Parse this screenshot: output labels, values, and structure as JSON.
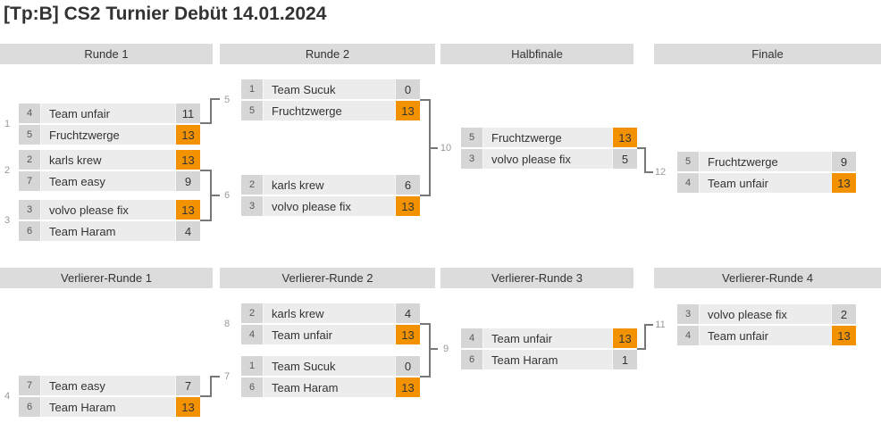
{
  "title": "[Tp:B] CS2 Turnier Debüt 14.01.2024",
  "colors": {
    "winner_bg": "#f39200",
    "header_bg": "#dcdcdc",
    "row_bg": "#ececec",
    "cell_bg": "#d6d6d6",
    "connector": "#777777"
  },
  "upper": {
    "headers": [
      "Runde 1",
      "Runde 2",
      "Halbfinale",
      "Finale"
    ]
  },
  "lower": {
    "headers": [
      "Verlierer-Runde 1",
      "Verlierer-Runde 2",
      "Verlierer-Runde 3",
      "Verlierer-Runde 4"
    ]
  },
  "matches": {
    "m1": {
      "id": "1",
      "slots": [
        {
          "seed": "4",
          "team": "Team unfair",
          "score": "11",
          "winner": false
        },
        {
          "seed": "5",
          "team": "Fruchtzwerge",
          "score": "13",
          "winner": true
        }
      ]
    },
    "m2": {
      "id": "2",
      "slots": [
        {
          "seed": "2",
          "team": "karls krew",
          "score": "13",
          "winner": true
        },
        {
          "seed": "7",
          "team": "Team easy",
          "score": "9",
          "winner": false
        }
      ]
    },
    "m3": {
      "id": "3",
      "slots": [
        {
          "seed": "3",
          "team": "volvo please fix",
          "score": "13",
          "winner": true
        },
        {
          "seed": "6",
          "team": "Team Haram",
          "score": "4",
          "winner": false
        }
      ]
    },
    "m5": {
      "id": "5",
      "slots": [
        {
          "seed": "1",
          "team": "Team Sucuk",
          "score": "0",
          "winner": false
        },
        {
          "seed": "5",
          "team": "Fruchtzwerge",
          "score": "13",
          "winner": true
        }
      ]
    },
    "m6": {
      "id": "6",
      "slots": [
        {
          "seed": "2",
          "team": "karls krew",
          "score": "6",
          "winner": false
        },
        {
          "seed": "3",
          "team": "volvo please fix",
          "score": "13",
          "winner": true
        }
      ]
    },
    "m10": {
      "id": "10",
      "slots": [
        {
          "seed": "5",
          "team": "Fruchtzwerge",
          "score": "13",
          "winner": true
        },
        {
          "seed": "3",
          "team": "volvo please fix",
          "score": "5",
          "winner": false
        }
      ]
    },
    "m12": {
      "id": "12",
      "slots": [
        {
          "seed": "5",
          "team": "Fruchtzwerge",
          "score": "9",
          "winner": false
        },
        {
          "seed": "4",
          "team": "Team unfair",
          "score": "13",
          "winner": true
        }
      ]
    },
    "m4": {
      "id": "4",
      "slots": [
        {
          "seed": "7",
          "team": "Team easy",
          "score": "7",
          "winner": false
        },
        {
          "seed": "6",
          "team": "Team Haram",
          "score": "13",
          "winner": true
        }
      ]
    },
    "m8": {
      "id": "8",
      "slots": [
        {
          "seed": "2",
          "team": "karls krew",
          "score": "4",
          "winner": false
        },
        {
          "seed": "4",
          "team": "Team unfair",
          "score": "13",
          "winner": true
        }
      ]
    },
    "m7": {
      "id": "7",
      "slots": [
        {
          "seed": "1",
          "team": "Team Sucuk",
          "score": "0",
          "winner": false
        },
        {
          "seed": "6",
          "team": "Team Haram",
          "score": "13",
          "winner": true
        }
      ]
    },
    "m9": {
      "id": "9",
      "slots": [
        {
          "seed": "4",
          "team": "Team unfair",
          "score": "13",
          "winner": true
        },
        {
          "seed": "6",
          "team": "Team Haram",
          "score": "1",
          "winner": false
        }
      ]
    },
    "m11": {
      "id": "11",
      "slots": [
        {
          "seed": "3",
          "team": "volvo please fix",
          "score": "2",
          "winner": false
        },
        {
          "seed": "4",
          "team": "Team unfair",
          "score": "13",
          "winner": true
        }
      ]
    }
  }
}
